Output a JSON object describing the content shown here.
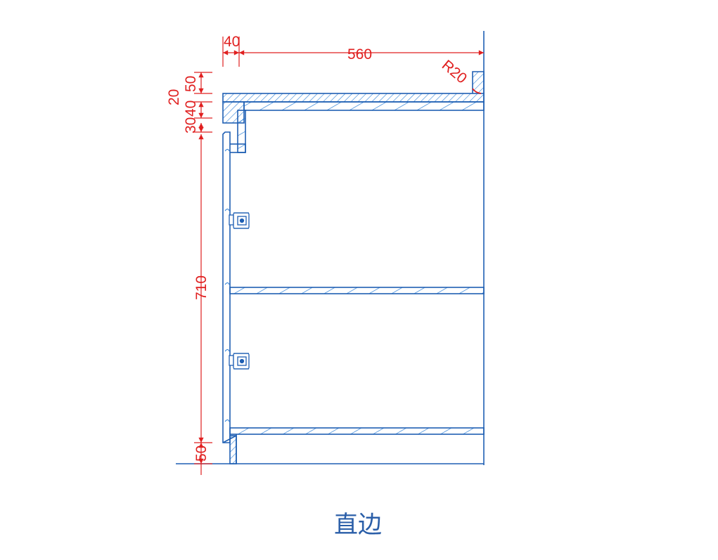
{
  "dimensions": {
    "side_thickness": "40",
    "depth": "560",
    "radius": "R20",
    "top_gap": "50",
    "top_thickness": "20",
    "apron_30": "30",
    "apron_40": "40",
    "door_height": "710",
    "toe_kick": "50"
  },
  "caption": "直边",
  "colors": {
    "outline": "#1f5fb3",
    "hatch": "#2d7fd6",
    "dimension": "#e02020",
    "caption": "#2a5ea8"
  },
  "icons": {
    "hinge": "concealed-hinge-icon"
  }
}
